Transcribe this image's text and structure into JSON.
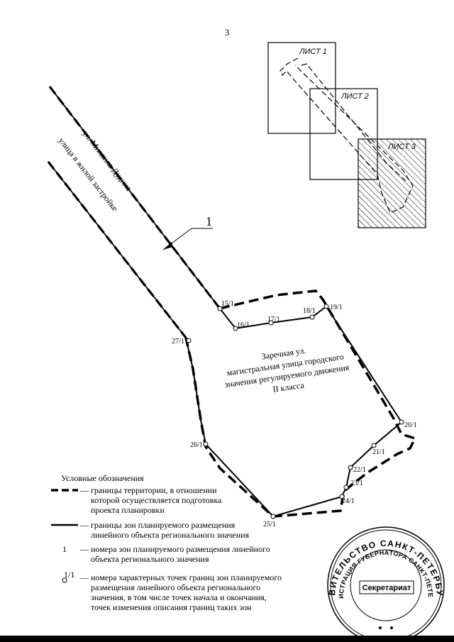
{
  "page": {
    "number": "3"
  },
  "sheets": [
    {
      "label": "ЛИСТ 1"
    },
    {
      "label": "ЛИСТ 2"
    },
    {
      "label": "ЛИСТ 3"
    }
  ],
  "streets": {
    "dudina_name": "ул. Михаила Дудина",
    "dudina_type": "улица в жилой застройке",
    "zarechnaya_lines": [
      "Заречная ул.",
      "магистральная улица городского",
      "значения регулируемого движения",
      "II класса"
    ]
  },
  "zone_number": "1",
  "points": [
    {
      "label": "15/1"
    },
    {
      "label": "16/1"
    },
    {
      "label": "17/1"
    },
    {
      "label": "18/1"
    },
    {
      "label": "19/1"
    },
    {
      "label": "20/1"
    },
    {
      "label": "21/1"
    },
    {
      "label": "22/1"
    },
    {
      "label": "23/1"
    },
    {
      "label": "24/1"
    },
    {
      "label": "25/1"
    },
    {
      "label": "26/1"
    },
    {
      "label": "27/1"
    }
  ],
  "legend": {
    "title": "Условные обозначения",
    "items": [
      {
        "symbol": "dashed-thick-line",
        "lines": [
          "— границы территории, в отношении",
          "которой осуществляется подготовка",
          "проекта планировки"
        ]
      },
      {
        "symbol": "solid-thick-line",
        "lines": [
          "— границы зон планируемого размещения",
          "линейного объекта регионального значения"
        ]
      },
      {
        "symbol_text": "1",
        "lines": [
          "— номера зон планируемого размещения линейного",
          "объекта регионального значения"
        ]
      },
      {
        "symbol_text": "1/1",
        "lines": [
          "— номера характерных точек границ зон планируемого",
          "размещения линейного объекта регионального",
          "значения, в том числе точек начала и окончания,",
          "точек изменения описания границ таких зон"
        ]
      }
    ]
  },
  "stamp": {
    "center_text": "Секретариат",
    "ring_top": "ПРАВИТЕЛЬСТВО САНКТ-ПЕТЕРБУРГА",
    "ring_inner": "АДМИНИСТРАЦИЯ ГУБЕРНАТОРА САНКТ-ПЕТЕРБУРГА"
  }
}
